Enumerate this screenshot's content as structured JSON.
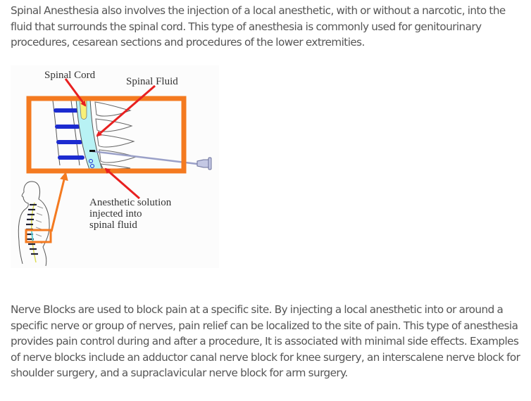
{
  "paragraphs": [
    {
      "id": "spinal-anesthesia",
      "text": "Spinal Anesthesia also involves the injection of a local anesthetic, with or without a narcotic, into the fluid that surrounds the spinal cord. This type of anesthesia is commonly used for genitourinary procedures, cesarean sections and procedures of the lower extremities."
    },
    {
      "id": "nerve-blocks",
      "text": "Nerve Blocks are used to block pain at a specific site. By injecting a local anesthetic into or around a specific nerve or group of nerves, pain relief can be localized to the site of pain. This type of anesthesia provides pain control during and after a procedure, It is associated with minimal side effects. Examples of nerve blocks include an adductor canal nerve block for knee surgery, an interscalene nerve block for shoulder surgery, and a supraclavicular nerve block for arm surgery."
    }
  ],
  "figure": {
    "labels": {
      "spinal_cord": "Spinal Cord",
      "spinal_fluid": "Spinal Fluid",
      "anesthetic_line1": "Anesthetic solution",
      "anesthetic_line2": "injected into",
      "anesthetic_line3": "spinal fluid"
    },
    "colors": {
      "highlight_box": "#f47a20",
      "arrow": "#e82020",
      "disc": "#1c2bd0",
      "spinal_fluid": "#b8f2f4",
      "spinal_cord": "#f8f078",
      "needle": "#9aa0c8"
    }
  }
}
